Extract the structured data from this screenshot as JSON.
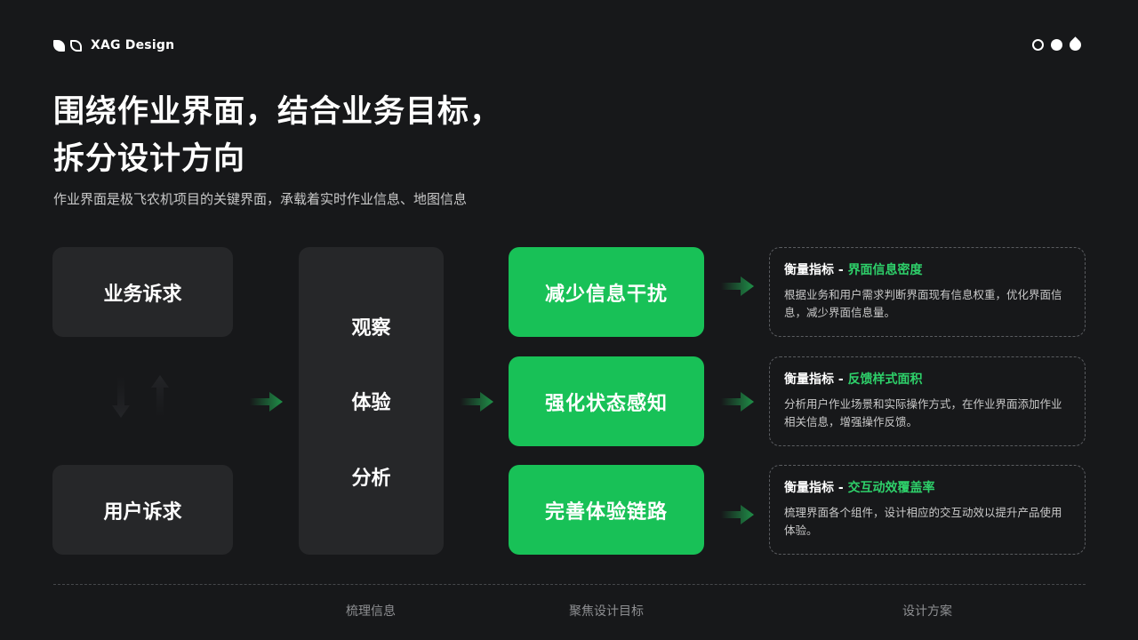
{
  "brand": {
    "name": "XAG Design"
  },
  "header": {
    "title_line1": "围绕作业界面，结合业务目标，",
    "title_line2": "拆分设计方向",
    "subtitle": "作业界面是极飞农机项目的关键界面，承载着实时作业信息、地图信息"
  },
  "sources": {
    "business": "业务诉求",
    "user": "用户诉求"
  },
  "process": {
    "observe": "观察",
    "experience": "体验",
    "analyze": "分析"
  },
  "goals": [
    "减少信息干扰",
    "强化状态感知",
    "完善体验链路"
  ],
  "metrics": [
    {
      "prefix": "衡量指标 - ",
      "name": "界面信息密度",
      "desc": "根据业务和用户需求判断界面现有信息权重，优化界面信息，减少界面信息量。"
    },
    {
      "prefix": "衡量指标 - ",
      "name": "反馈样式面积",
      "desc": "分析用户作业场景和实际操作方式，在作业界面添加作业相关信息，增强操作反馈。"
    },
    {
      "prefix": "衡量指标 - ",
      "name": "交互动效覆盖率",
      "desc": "梳理界面各个组件，设计相应的交互动效以提升产品使用体验。"
    }
  ],
  "footer": {
    "col1": "梳理信息",
    "col2": "聚焦设计目标",
    "col3": "设计方案"
  },
  "colors": {
    "background": "#17181a",
    "panel": "#262729",
    "accent": "#18c157",
    "highlight": "#2ed06a",
    "arrow": "#1f8f48"
  }
}
